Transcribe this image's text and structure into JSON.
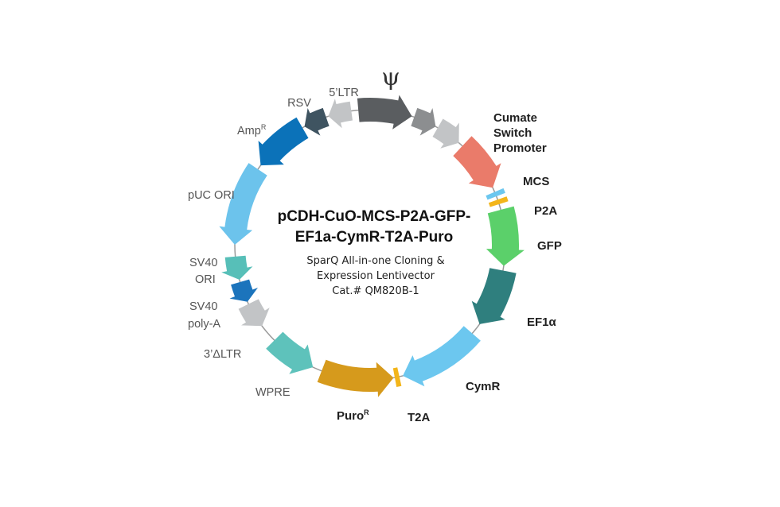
{
  "title": {
    "line1": "pCDH-CuO-MCS-P2A-GFP-",
    "line2": "EF1a-CymR-T2A-Puro"
  },
  "subtitle": {
    "line1": "SparQ All-in-one Cloning &",
    "line2": "Expression Lentivector",
    "line3": "Cat.# QM820B-1"
  },
  "features": {
    "psi": "ψ",
    "ltr5": "5’LTR",
    "rsv": "RSV",
    "amp": "Amp",
    "amp_sup": "R",
    "puc_ori": "pUC ORI",
    "sv40_ori_1": "SV40",
    "sv40_ori_2": "ORI",
    "sv40_polya_1": "SV40",
    "sv40_polya_2": "poly-A",
    "ltr3": "3’ΔLTR",
    "wpre": "WPRE",
    "puro": "Puro",
    "puro_sup": "R",
    "t2a": "T2A",
    "cymr": "CymR",
    "ef1a": "EF1α",
    "gfp": "GFP",
    "p2a": "P2A",
    "mcs": "MCS",
    "cumate_1": "Cumate",
    "cumate_2": "Switch",
    "cumate_3": "Promoter"
  },
  "colors": {
    "backbone": "#9a9a9a",
    "psi": "#5a5d60",
    "ltr_gray": "#c2c4c6",
    "mid_gray": "#8c8e90",
    "rsv": "#3f5461",
    "amp": "#0b72b9",
    "puc": "#6cc3ec",
    "sv40_ori": "#57bfb8",
    "sv40_polya": "#1c74bc",
    "ltr3": "#c2c4c6",
    "wpre": "#5ec2bb",
    "puro": "#d69a1c",
    "t2a": "#f3b51a",
    "cymr": "#6cc7ef",
    "ef1a": "#2f7f7e",
    "gfp": "#5bd06a",
    "p2a": "#f3b51a",
    "mcs": "#6cc7ef",
    "cumate": "#ea7b6a"
  }
}
